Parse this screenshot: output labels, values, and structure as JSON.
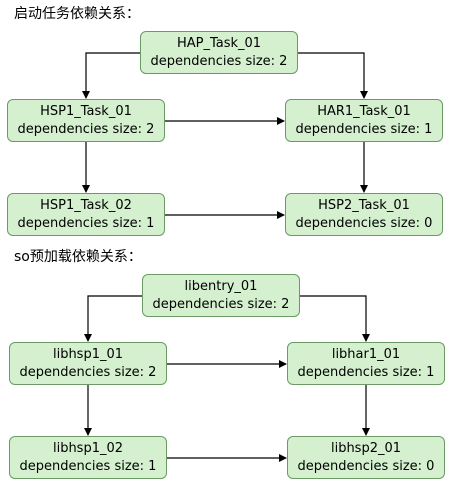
{
  "sections": [
    {
      "title": "启动任务依赖关系：",
      "nodes": [
        {
          "name": "HAP_Task_01",
          "deps": "dependencies size: 2"
        },
        {
          "name": "HSP1_Task_01",
          "deps": "dependencies size: 2"
        },
        {
          "name": "HAR1_Task_01",
          "deps": "dependencies size: 1"
        },
        {
          "name": "HSP1_Task_02",
          "deps": "dependencies size: 1"
        },
        {
          "name": "HSP2_Task_01",
          "deps": "dependencies size: 0"
        }
      ]
    },
    {
      "title": "so预加载依赖关系：",
      "nodes": [
        {
          "name": "libentry_01",
          "deps": "dependencies size: 2"
        },
        {
          "name": "libhsp1_01",
          "deps": "dependencies size: 2"
        },
        {
          "name": "libhar1_01",
          "deps": "dependencies size: 1"
        },
        {
          "name": "libhsp1_02",
          "deps": "dependencies size: 1"
        },
        {
          "name": "libhsp2_01",
          "deps": "dependencies size: 0"
        }
      ]
    }
  ],
  "colors": {
    "node_fill": "#d4f0cf",
    "node_border": "#6b9a65",
    "edge": "#000000"
  }
}
